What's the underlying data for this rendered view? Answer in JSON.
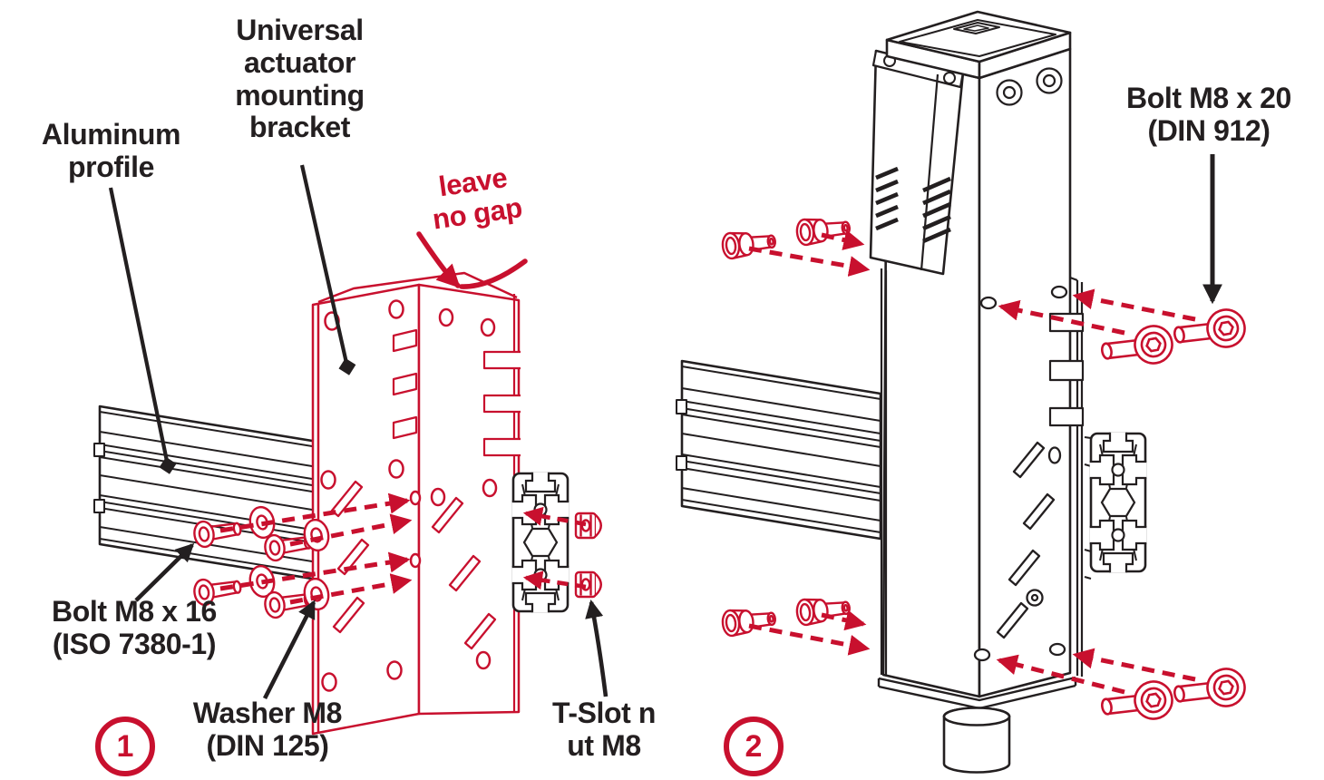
{
  "colors": {
    "accent_red": "#c8102e",
    "line_black": "#231f20",
    "background": "#ffffff"
  },
  "callouts": {
    "aluminum_profile": "Aluminum\nprofile",
    "mounting_bracket": "Universal\nactuator\nmounting\nbracket",
    "leave_no_gap": "leave\nno gap",
    "bolt_m8x16": "Bolt M8 x 16\n(ISO 7380-1)",
    "washer_m8": "Washer M8\n(DIN 125)",
    "tslot_nut": "T-Slot n\nut M8",
    "bolt_m8x20": "Bolt M8 x 20\n(DIN 912)"
  },
  "steps": [
    {
      "number": "1"
    },
    {
      "number": "2"
    }
  ],
  "icons": {
    "insertion_arrow": "dashed-red-arrow",
    "leader_line": "black-line-with-diamond",
    "pointer_arrow": "solid-black-arrow",
    "gap_arrow": "curved-red-arrow"
  }
}
